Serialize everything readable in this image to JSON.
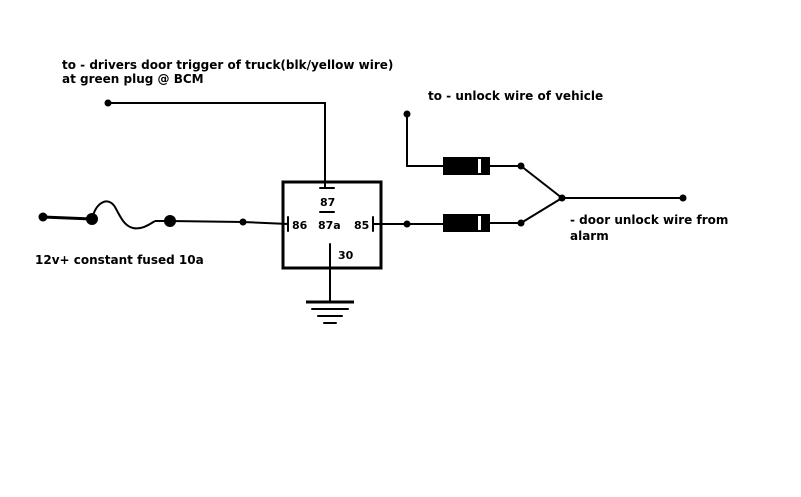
{
  "labels": {
    "trigger_line1": "to - drivers door trigger of truck(blk/yellow wire)",
    "trigger_line2": "at green plug @ BCM",
    "unlock_vehicle": "to - unlock wire of vehicle",
    "alarm_line1": "- door unlock wire from",
    "alarm_line2": "alarm",
    "power": "12v+ constant fused 10a"
  },
  "relay": {
    "pin_87": "87",
    "pin_87a": "87a",
    "pin_86": "86",
    "pin_85": "85",
    "pin_30": "30"
  }
}
